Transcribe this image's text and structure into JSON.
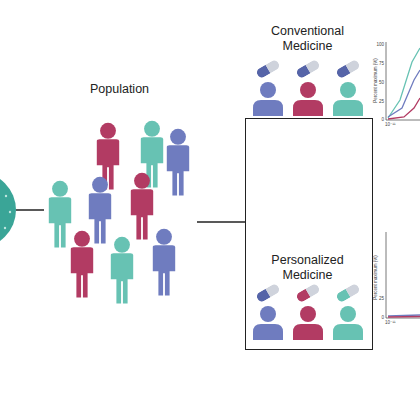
{
  "diagram": {
    "nodes": [
      {
        "text": [
          "Population"
        ]
      },
      {
        "text": [
          "Conventional Medicine"
        ]
      },
      {
        "text": [
          "Personalized Medicine"
        ]
      }
    ],
    "edges": [
      {
        "from": 0,
        "to": 2,
        "arrow": "none"
      }
    ],
    "labels": [
      "Percent maximum (%)",
      "100",
      "75",
      "50",
      "25",
      "0",
      "10⁻¹¹",
      "Percent maximum (%)",
      "25",
      "0",
      "10⁻¹¹"
    ]
  }
}
